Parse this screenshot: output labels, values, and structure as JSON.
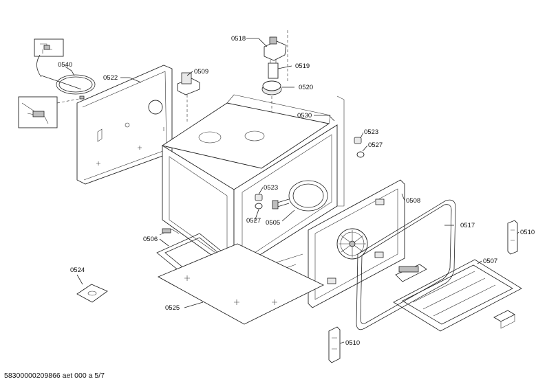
{
  "diagram": {
    "labels": {
      "p0518": "0518",
      "p0519": "0519",
      "p0520": "0520",
      "p0509": "0509",
      "p0522": "0522",
      "p0540": "0540",
      "p0530": "0530",
      "p0523a": "0523",
      "p0527a": "0527",
      "p0523b": "0523",
      "p0527b": "0527",
      "p0505": "0505",
      "p0508": "0508",
      "p0517": "0517",
      "p0510a": "0510",
      "p0507": "0507",
      "p0506": "0506",
      "p0524": "0524",
      "p0525": "0525",
      "p0510b": "0510"
    },
    "footer": "58300000209866 aet 000 a 5/7"
  }
}
